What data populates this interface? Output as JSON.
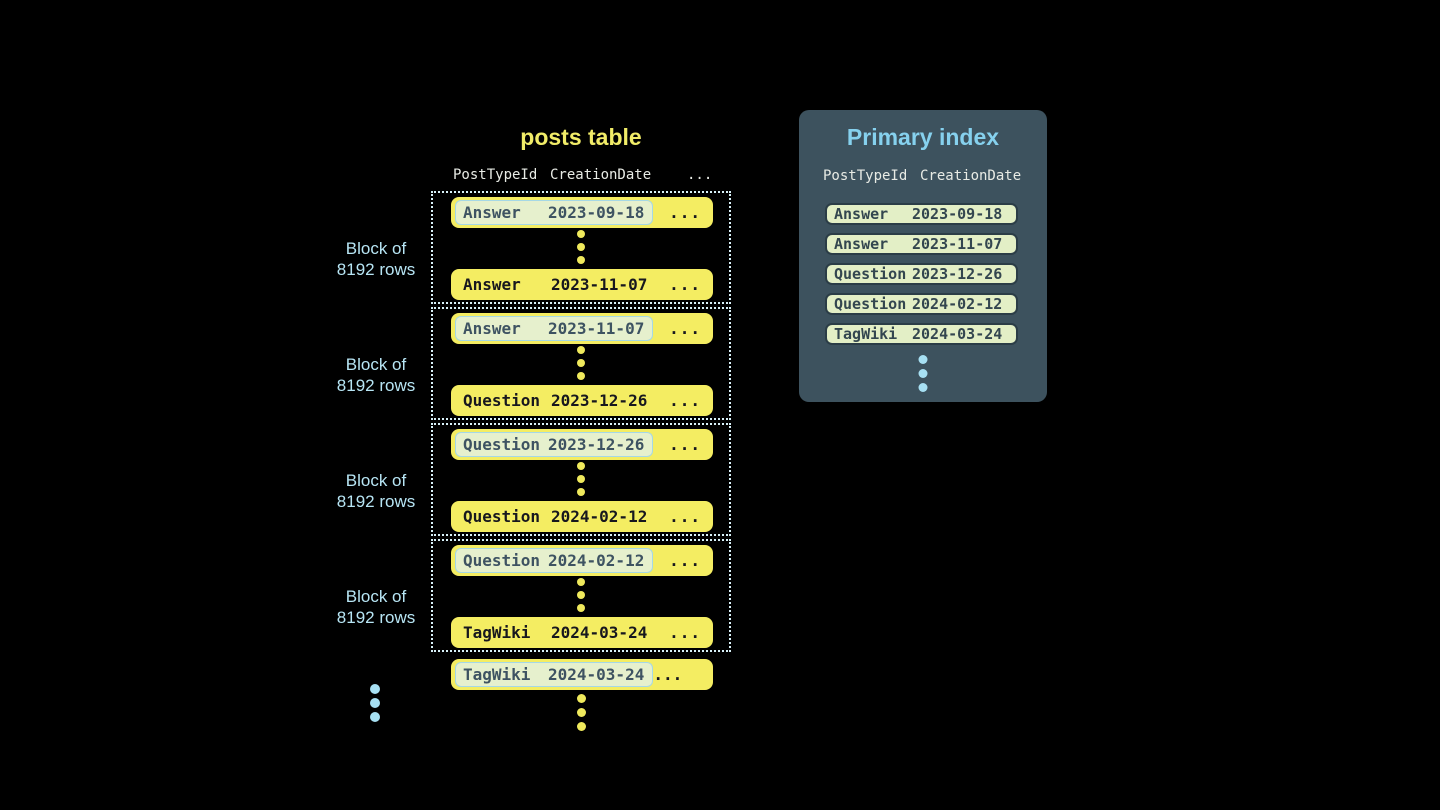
{
  "posts_table": {
    "title": "posts table",
    "columns": [
      "PostTypeId",
      "CreationDate",
      "..."
    ],
    "ellipsis": "...",
    "block_label": {
      "line1": "Block of",
      "line2": "8192 rows"
    },
    "blocks": [
      {
        "first": {
          "type": "Answer",
          "date": "2023-09-18"
        },
        "last": {
          "type": "Answer",
          "date": "2023-11-07"
        }
      },
      {
        "first": {
          "type": "Answer",
          "date": "2023-11-07"
        },
        "last": {
          "type": "Question",
          "date": "2023-12-26"
        }
      },
      {
        "first": {
          "type": "Question",
          "date": "2023-12-26"
        },
        "last": {
          "type": "Question",
          "date": "2024-02-12"
        }
      },
      {
        "first": {
          "type": "Question",
          "date": "2024-02-12"
        },
        "last": {
          "type": "TagWiki",
          "date": "2024-03-24"
        }
      }
    ],
    "overflow_row": {
      "type": "TagWiki",
      "date": "2024-03-24"
    }
  },
  "primary_index": {
    "title": "Primary index",
    "columns": [
      "PostTypeId",
      "CreationDate"
    ],
    "rows": [
      {
        "type": "Answer",
        "date": "2023-09-18"
      },
      {
        "type": "Answer",
        "date": "2023-11-07"
      },
      {
        "type": "Question",
        "date": "2023-12-26"
      },
      {
        "type": "Question",
        "date": "2024-02-12"
      },
      {
        "type": "TagWiki",
        "date": "2024-03-24"
      }
    ]
  },
  "colors": {
    "background": "#000000",
    "row_yellow": "#f4ed62",
    "row_text_dark": "#17171e",
    "capsule_bg": "#e6f0cd",
    "capsule_border": "#a5d8e6",
    "capsule_text": "#3e5362",
    "index_panel_bg": "#3d525e",
    "index_row_bg": "#e3efc6",
    "index_row_border": "#2b3d47",
    "index_row_text": "#33464f",
    "title_yellow": "#f1ec68",
    "title_blue": "#86d1ee",
    "label_blue": "#b7e5f4",
    "header_text": "#e8ebe5",
    "dotted_border": "#d8f1f8",
    "dot_yellow": "#efe95c",
    "dot_blue": "#a7e0f3"
  }
}
